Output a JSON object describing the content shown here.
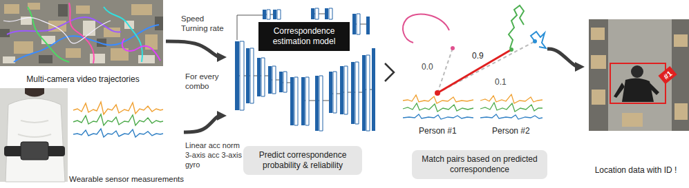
{
  "diagram": {
    "nodes": [
      {
        "text": [
          "Multi-camera video trajectories"
        ]
      },
      {
        "text": [
          "Wearable sensor measurements"
        ]
      },
      {
        "text": [
          "Correspondence estimation model"
        ]
      },
      {
        "text": [
          "Predict correspondence probability & reliability"
        ]
      },
      {
        "text": [
          "Match pairs based on predicted correspondence"
        ]
      },
      {
        "text": [
          "Location data with ID !"
        ]
      }
    ],
    "edges": [
      {
        "from": 0,
        "to": 2,
        "arrow": "to",
        "label": "Speed Turning rate"
      },
      {
        "from": 1,
        "to": 2,
        "arrow": "to",
        "label": "Linear acc norm 3-axis acc 3-axis gyro"
      },
      {
        "from": 4,
        "to": 5,
        "arrow": "to"
      }
    ],
    "labels": [
      "For every combo",
      "0.0",
      "0.9",
      "0.1",
      "Person #1",
      "Person #2",
      "#1"
    ]
  }
}
